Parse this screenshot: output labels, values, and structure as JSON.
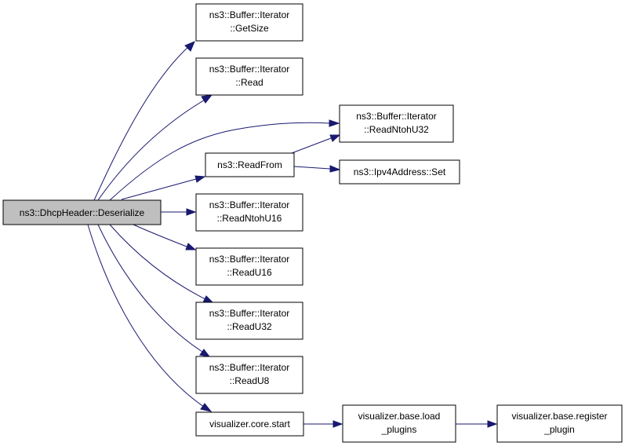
{
  "nodes": {
    "deserialize": {
      "lines": [
        "ns3::DhcpHeader::Deserialize"
      ]
    },
    "getsize": {
      "lines": [
        "ns3::Buffer::Iterator",
        "::GetSize"
      ]
    },
    "read": {
      "lines": [
        "ns3::Buffer::Iterator",
        "::Read"
      ]
    },
    "readntohu32": {
      "lines": [
        "ns3::Buffer::Iterator",
        "::ReadNtohU32"
      ]
    },
    "readfrom": {
      "lines": [
        "ns3::ReadFrom"
      ]
    },
    "ipv4set": {
      "lines": [
        "ns3::Ipv4Address::Set"
      ]
    },
    "readntohu16": {
      "lines": [
        "ns3::Buffer::Iterator",
        "::ReadNtohU16"
      ]
    },
    "readu16": {
      "lines": [
        "ns3::Buffer::Iterator",
        "::ReadU16"
      ]
    },
    "readu32": {
      "lines": [
        "ns3::Buffer::Iterator",
        "::ReadU32"
      ]
    },
    "readu8": {
      "lines": [
        "ns3::Buffer::Iterator",
        "::ReadU8"
      ]
    },
    "corestart": {
      "lines": [
        "visualizer.core.start"
      ]
    },
    "loadplugins": {
      "lines": [
        "visualizer.base.load",
        "_plugins"
      ]
    },
    "registerplugin": {
      "lines": [
        "visualizer.base.register",
        "_plugin"
      ]
    }
  },
  "edges": [
    {
      "from": "deserialize",
      "to": "getsize"
    },
    {
      "from": "deserialize",
      "to": "read"
    },
    {
      "from": "deserialize",
      "to": "readntohu32"
    },
    {
      "from": "deserialize",
      "to": "readfrom"
    },
    {
      "from": "deserialize",
      "to": "readntohu16"
    },
    {
      "from": "deserialize",
      "to": "readu16"
    },
    {
      "from": "deserialize",
      "to": "readu32"
    },
    {
      "from": "deserialize",
      "to": "readu8"
    },
    {
      "from": "deserialize",
      "to": "corestart"
    },
    {
      "from": "readfrom",
      "to": "readntohu32"
    },
    {
      "from": "readfrom",
      "to": "ipv4set"
    },
    {
      "from": "corestart",
      "to": "loadplugins"
    },
    {
      "from": "loadplugins",
      "to": "registerplugin"
    }
  ],
  "colors": {
    "edge": "#191970",
    "root_fill": "#bfbfbf",
    "node_fill": "#ffffff",
    "node_border": "#000000"
  }
}
